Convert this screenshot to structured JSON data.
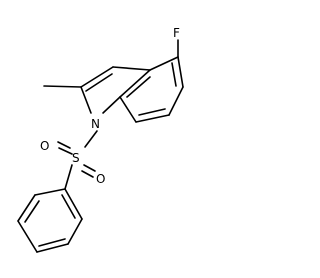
{
  "structure": {
    "atoms": {
      "fluorine": "F",
      "nitrogen": "N",
      "sulfur": "S",
      "oxygen_1": "O",
      "oxygen_2": "O"
    },
    "bond_color": "#000000",
    "label_color": "#000000",
    "background": "#ffffff"
  }
}
